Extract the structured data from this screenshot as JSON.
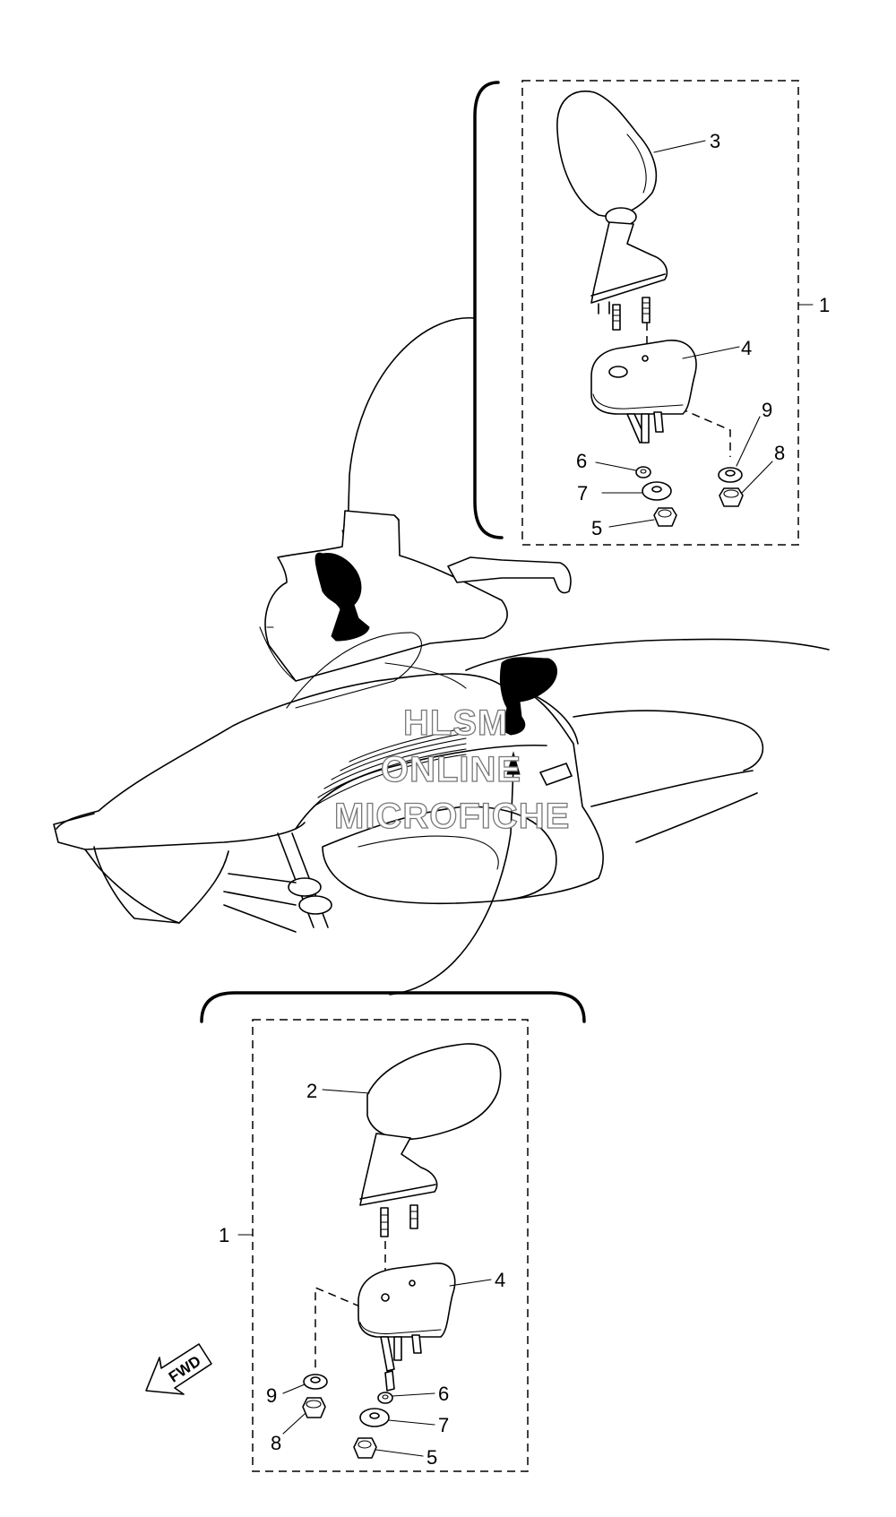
{
  "watermark": {
    "line1": "HLSM",
    "line2": "ONLINE",
    "line3": "MICROFICHE"
  },
  "direction_label": "FWD",
  "upper_group": {
    "assembly_ref": "1",
    "callouts": [
      "3",
      "4",
      "9",
      "8",
      "6",
      "7",
      "5"
    ]
  },
  "lower_group": {
    "assembly_ref": "1",
    "callouts": [
      "2",
      "4",
      "9",
      "8",
      "6",
      "7",
      "5"
    ]
  }
}
